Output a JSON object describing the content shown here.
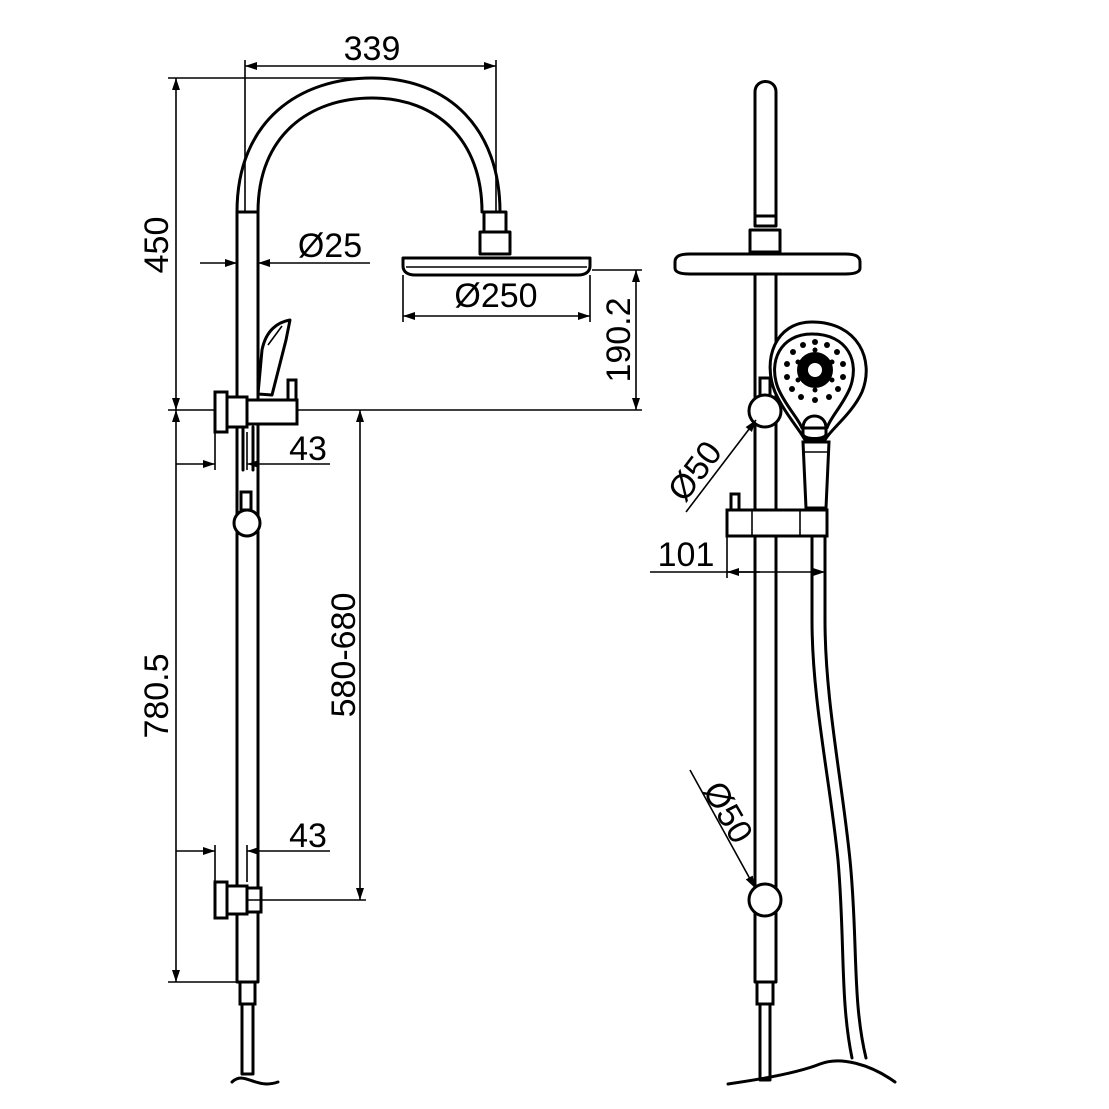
{
  "colors": {
    "line": "#000000",
    "background": "#ffffff"
  },
  "dimensions": {
    "arm_reach": "339",
    "arm_height": "450",
    "arm_diameter": "Ø25",
    "head_diameter": "Ø250",
    "head_to_bracket": "190.2",
    "bracket_offset_top": "43",
    "bracket_offset_bottom": "43",
    "slide_range": "580-680",
    "rail_length": "780.5",
    "side_bracket_diameter_top": "Ø50",
    "side_bracket_diameter_bottom": "Ø50",
    "holder_projection": "101"
  }
}
